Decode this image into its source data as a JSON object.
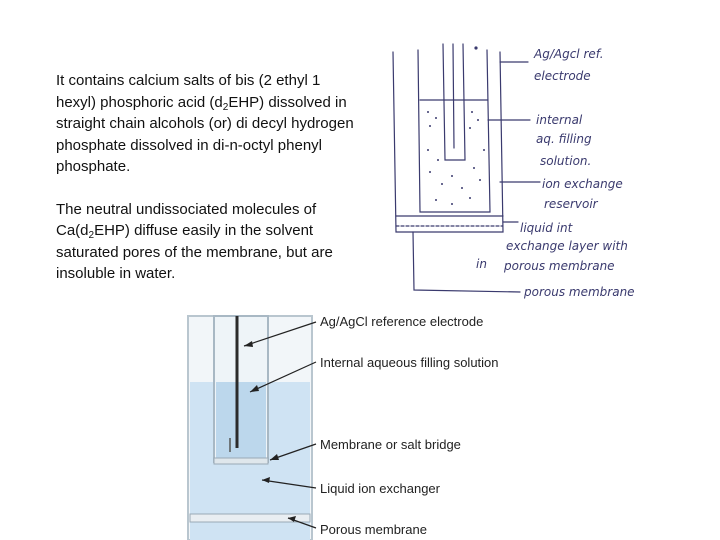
{
  "paragraph1": {
    "part1": "It contains calcium salts of bis (2 ethyl 1 hexyl) phosphoric acid (d",
    "sub1": "2",
    "part2": "EHP) dissolved in straight chain alcohols (or) di decyl hydrogen phosphate dissolved in di-n-octyl phenyl phosphate."
  },
  "paragraph2": {
    "part1": "The neutral undissociated molecules of Ca(d",
    "sub1": "2",
    "part2": "EHP) diffuse easily in the solvent saturated pores of the membrane, but are insoluble in water."
  },
  "sketch_labels": {
    "ref_electrode_1": "Ag/Agcl ref.",
    "ref_electrode_2": "electrode",
    "internal": "internal",
    "aq_filling": "aq. filling",
    "solution": "solution.",
    "ion_exchange": "ion exchange",
    "reservoir": "reservoir",
    "liquid_int": "liquid int",
    "exchange_layer": "exchange layer with",
    "in_word": "in",
    "porous_membrane_a": "porous membrane",
    "porous_membrane_b": "porous membrane"
  },
  "diagram_labels": {
    "reference_electrode": "Ag/AgCl reference electrode",
    "filling_solution": "Internal aqueous filling solution",
    "membrane_bridge": "Membrane or salt bridge",
    "liquid_ion_exchanger": "Liquid ion exchanger",
    "porous_membrane": "Porous membrane"
  },
  "colors": {
    "sketch_ink": "#3a3a6e",
    "solution_blue": "#cfe3f3",
    "glass_edge": "#b9c6cf"
  }
}
